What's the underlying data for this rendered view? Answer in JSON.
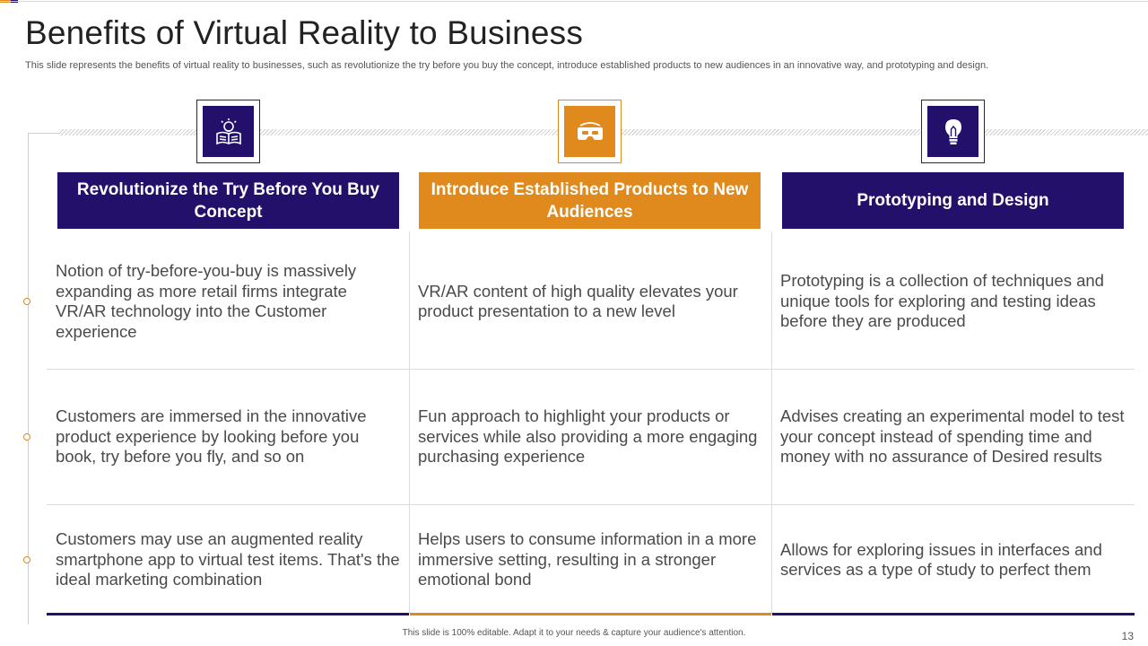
{
  "slide": {
    "title": "Benefits of Virtual Reality to Business",
    "subtitle": "This slide represents the benefits of virtual reality to businesses, such as revolutionize the try before you buy the concept, introduce established products to new audiences in an innovative way, and prototyping and design.",
    "footer_note": "This slide is 100% editable. Adapt it to your needs & capture your audience's attention.",
    "page_number": "13"
  },
  "colors": {
    "purple": "#23106b",
    "orange": "#e08a1e"
  },
  "columns": [
    {
      "header": "Revolutionize the Try Before You Buy Concept",
      "header_color": "purple",
      "icon": "book-lightbulb-icon",
      "points": [
        "Notion of try-before-you-buy is massively expanding as more retail firms integrate VR/AR technology into the Customer experience",
        "Customers are immersed in the innovative product experience by looking before you book, try before you fly, and so on",
        "Customers may use an augmented reality smartphone app to virtual test items. That's the ideal marketing combination"
      ]
    },
    {
      "header": "Introduce Established Products to New Audiences",
      "header_color": "orange",
      "icon": "vr-headset-icon",
      "points": [
        "VR/AR content of high quality elevates your product presentation to a new level",
        "Fun approach to highlight your products or services while also providing a more engaging purchasing experience",
        "Helps users to consume information in a more immersive setting, resulting in a stronger emotional bond"
      ]
    },
    {
      "header": "Prototyping and Design",
      "header_color": "purple",
      "icon": "lightbulb-icon",
      "points": [
        "Prototyping is a collection of techniques and unique tools for exploring and testing ideas before they are produced",
        "Advises creating an experimental model to test your concept instead of spending time and money with no assurance of Desired results",
        "Allows for exploring issues in interfaces and services as a type of study to perfect them"
      ]
    }
  ]
}
